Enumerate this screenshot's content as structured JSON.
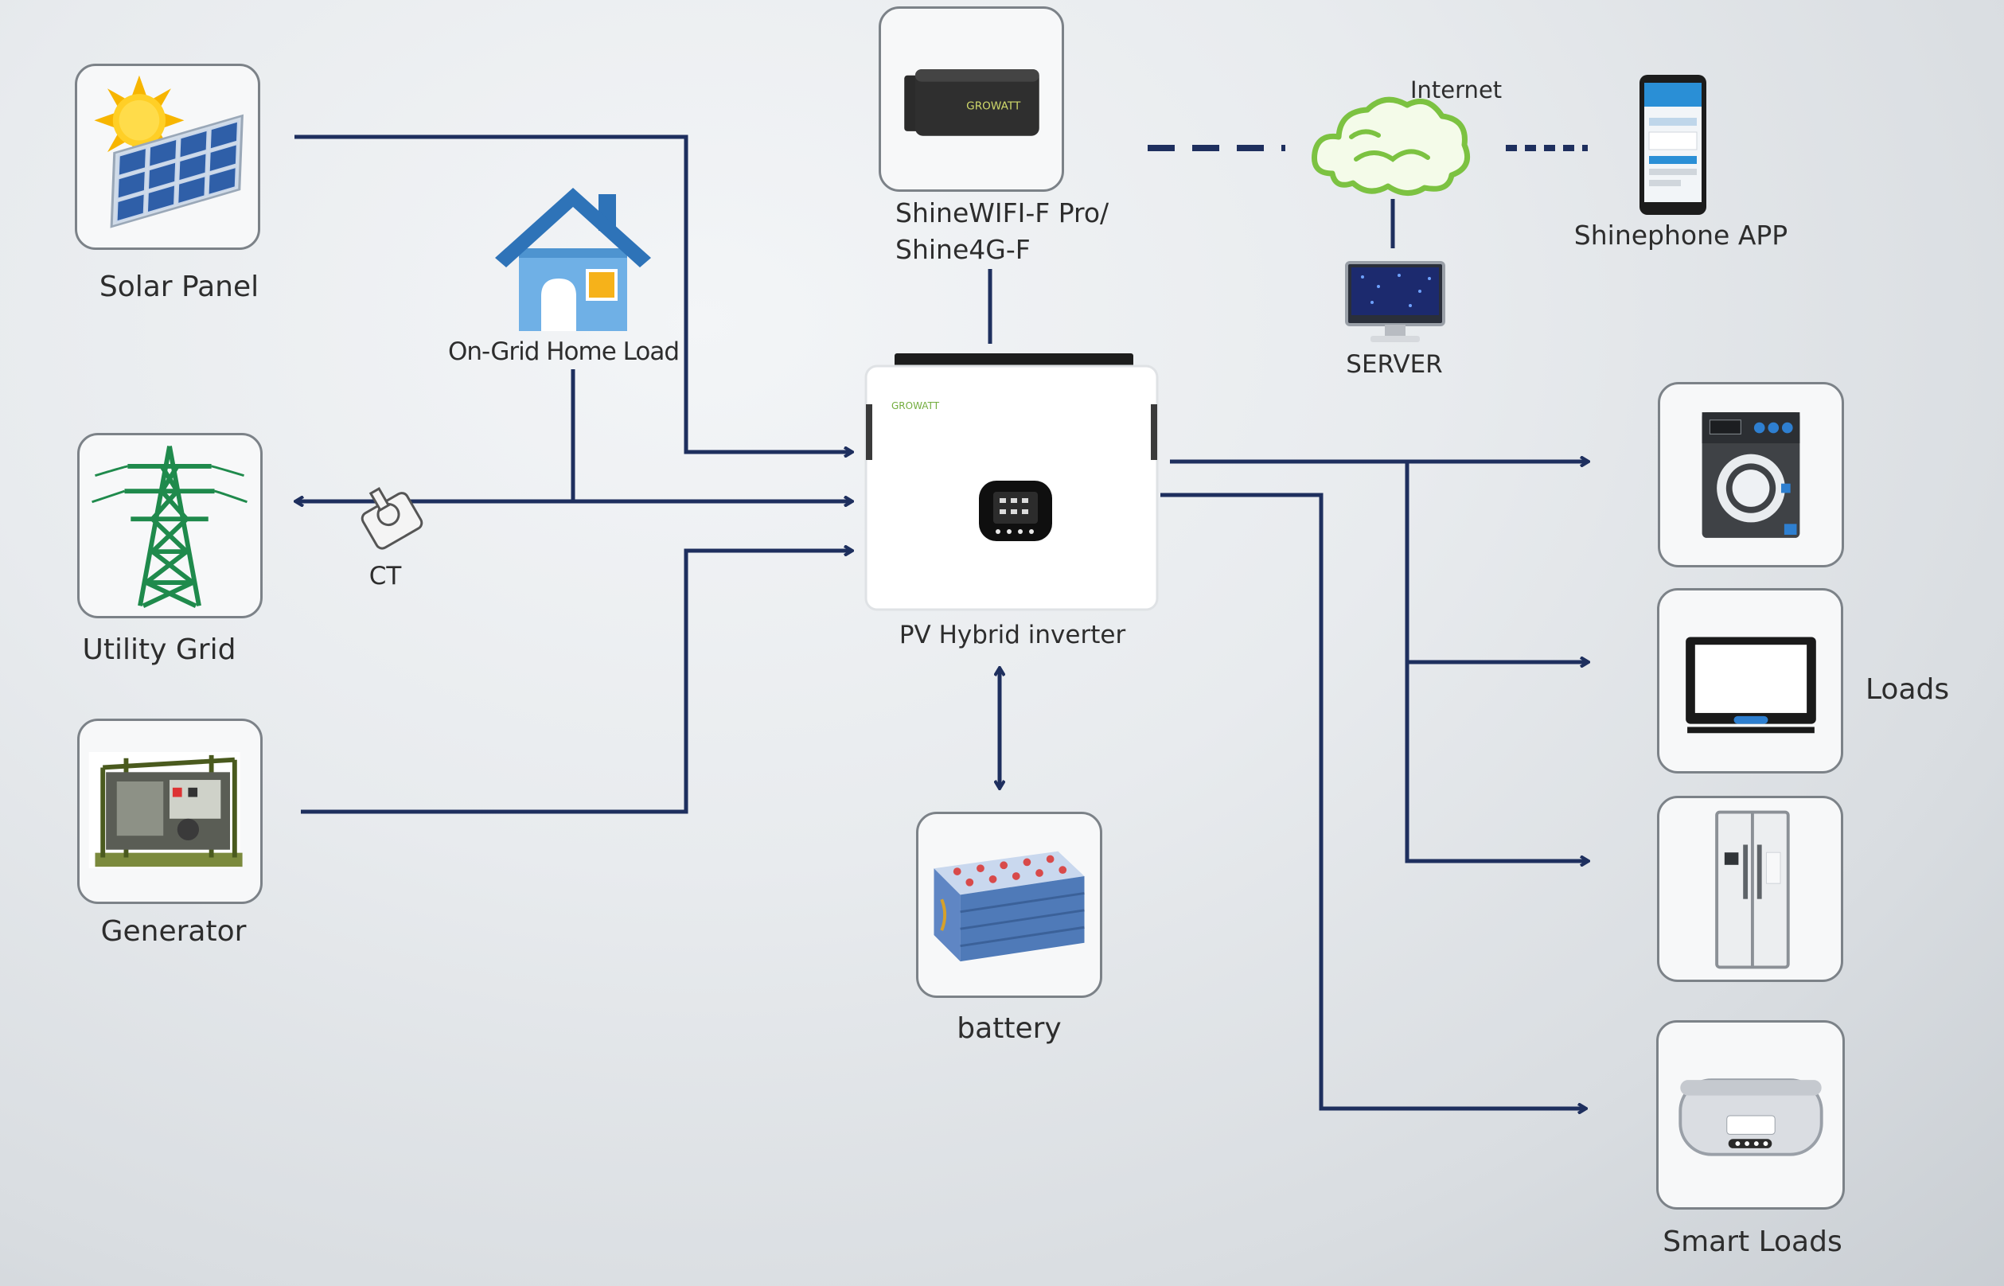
{
  "nodes": {
    "solar_panel": "Solar Panel",
    "on_grid_home_load": "On-Grid Home Load",
    "utility_grid": "Utility Grid",
    "ct": "CT",
    "generator": "Generator",
    "shine_wifi_line1": "ShineWIFI-F Pro/",
    "shine_wifi_line2": "Shine4G-F",
    "internet": "Internet",
    "server": "SERVER",
    "shinephone_app": "Shinephone APP",
    "inverter": "PV Hybrid inverter",
    "battery": "battery",
    "loads": "Loads",
    "smart_loads": "Smart Loads"
  },
  "device_text": {
    "inverter_brand": "GROWATT",
    "dongle_brand": "GROWATT"
  },
  "colors": {
    "wire": "#1e2f5e",
    "box_border": "#7c8288",
    "cloud": "#7cc241",
    "grid_tower": "#1f8a4c",
    "house_roof": "#2e73b8"
  },
  "icons": [
    "solar-panel-icon",
    "house-icon",
    "power-tower-icon",
    "ct-clamp-icon",
    "generator-icon",
    "wifi-dongle-icon",
    "cloud-icon",
    "phone-icon",
    "server-monitor-icon",
    "inverter-icon",
    "battery-icon",
    "washing-machine-icon",
    "tv-icon",
    "refrigerator-icon",
    "water-heater-icon"
  ]
}
